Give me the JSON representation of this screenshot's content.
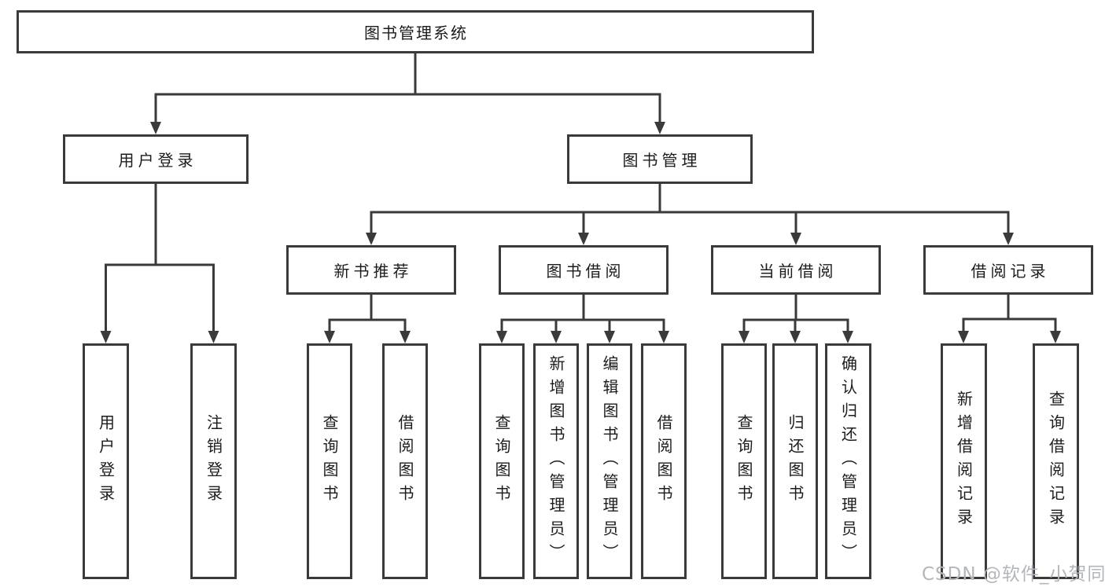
{
  "diagram": {
    "root_label": "图书管理系统",
    "branches": [
      {
        "label": "用户登录",
        "leaves": [
          "用户登录",
          "注销登录"
        ]
      },
      {
        "label": "图书管理",
        "sections": [
          {
            "label": "新书推荐",
            "leaves": [
              "查询图书",
              "借阅图书"
            ]
          },
          {
            "label": "图书借阅",
            "leaves": [
              "查询图书",
              "新增图书（管理员）",
              "编辑图书（管理员）",
              "借阅图书"
            ]
          },
          {
            "label": "当前借阅",
            "leaves": [
              "查询图书",
              "归还图书",
              "确认归还（管理员）"
            ]
          },
          {
            "label": "借阅记录",
            "leaves": [
              "新增借阅记录",
              "查询借阅记录"
            ]
          }
        ]
      }
    ]
  },
  "watermark": {
    "text": "CSDN @软件_小贺同学"
  },
  "colors": {
    "line": "#3a3a3a",
    "text": "#1c1c1c",
    "box_fill": "#ffffff",
    "background": "#ffffff",
    "watermark": "#b3b6ba"
  }
}
